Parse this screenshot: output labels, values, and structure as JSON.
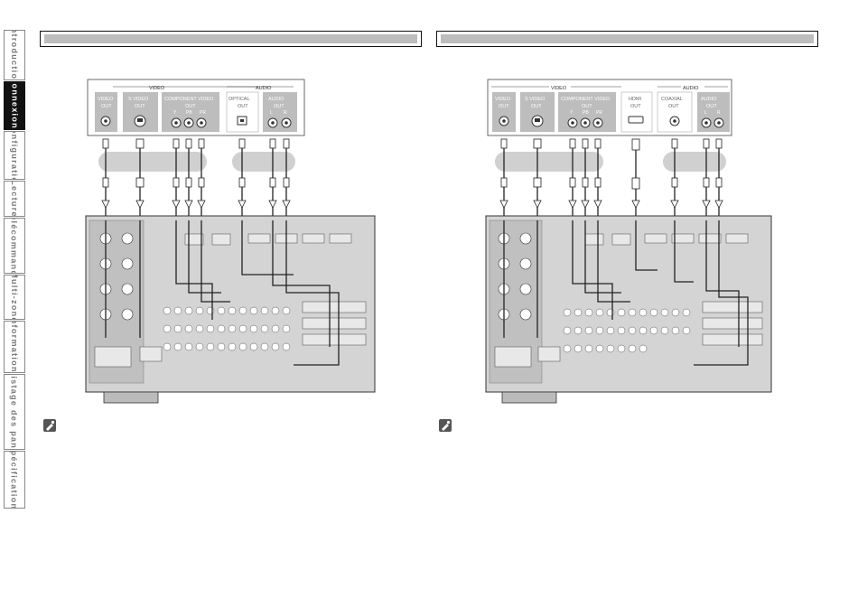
{
  "side_tabs": [
    {
      "label": "Introduction",
      "active": false
    },
    {
      "label": "Connexions",
      "active": true
    },
    {
      "label": "Configuration",
      "active": false
    },
    {
      "label": "Lecture",
      "active": false
    },
    {
      "label": "Télécommande",
      "active": false
    },
    {
      "label": "Multi-zone",
      "active": false
    },
    {
      "label": "Informations",
      "active": false
    },
    {
      "label": "Dépistage des pannes",
      "active": false
    },
    {
      "label": "Spécifications",
      "active": false
    }
  ],
  "left_panel": {
    "video_group": "VIDEO",
    "audio_group": "AUDIO",
    "video_out": [
      "VIDEO",
      "OUT"
    ],
    "svideo_out": [
      "S VIDEO",
      "OUT"
    ],
    "component_out": [
      "COMPONENT VIDEO",
      "OUT"
    ],
    "component_pins": [
      "Y",
      "PB",
      "PR"
    ],
    "optical_out": [
      "OPTICAL",
      "OUT"
    ],
    "audio_out": [
      "AUDIO",
      "OUT"
    ],
    "audio_pins": [
      "L",
      "R"
    ]
  },
  "right_panel": {
    "video_group": "VIDEO",
    "audio_group": "AUDIO",
    "video_out": [
      "VIDEO",
      "OUT"
    ],
    "svideo_out": [
      "S VIDEO",
      "OUT"
    ],
    "component_out": [
      "COMPONENT VIDEO",
      "OUT"
    ],
    "component_pins": [
      "Y",
      "PB",
      "PR"
    ],
    "hdmi_out": [
      "HDMI",
      "OUT"
    ],
    "coaxial_out": [
      "COAXIAL",
      "OUT"
    ],
    "audio_out": [
      "AUDIO",
      "OUT"
    ],
    "audio_pins": [
      "L",
      "R"
    ]
  },
  "colors": {
    "panel_gray": "#bdbdbd",
    "receiver_gray": "#d4d4d4",
    "active_tab": "#111111"
  },
  "icons": [
    "note-icon"
  ]
}
